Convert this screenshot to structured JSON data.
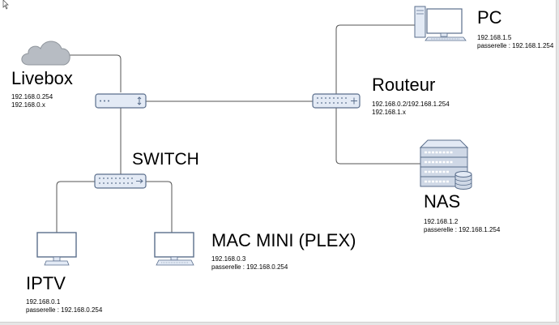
{
  "nodes": {
    "livebox": {
      "label": "Livebox",
      "details": [
        "192.168.0.254",
        "192.168.0.x"
      ]
    },
    "switch": {
      "label": "SWITCH"
    },
    "router": {
      "label": "Routeur",
      "details": [
        "192.168.0.2/192.168.1.254",
        "192.168.1.x"
      ]
    },
    "pc": {
      "label": "PC",
      "details": [
        "192.168.1.5",
        "passerelle : 192.168.1.254"
      ]
    },
    "nas": {
      "label": "NAS",
      "details": [
        "192.168.1.2",
        "passerelle : 192.168.1.254"
      ]
    },
    "macmini": {
      "label": "MAC MINI (PLEX)",
      "details": [
        "192.168.0.3",
        "passerelle : 192.168.0.254"
      ]
    },
    "iptv": {
      "label": "IPTV",
      "details": [
        "192.168.0.1",
        "passerelle : 192.168.0.254"
      ]
    }
  },
  "colors": {
    "icon_fill": "#dae8fc",
    "icon_stroke": "#6c8ebf",
    "device_fill": "#e3eaf5",
    "device_stroke": "#5a6e8c",
    "line": "#555555"
  }
}
